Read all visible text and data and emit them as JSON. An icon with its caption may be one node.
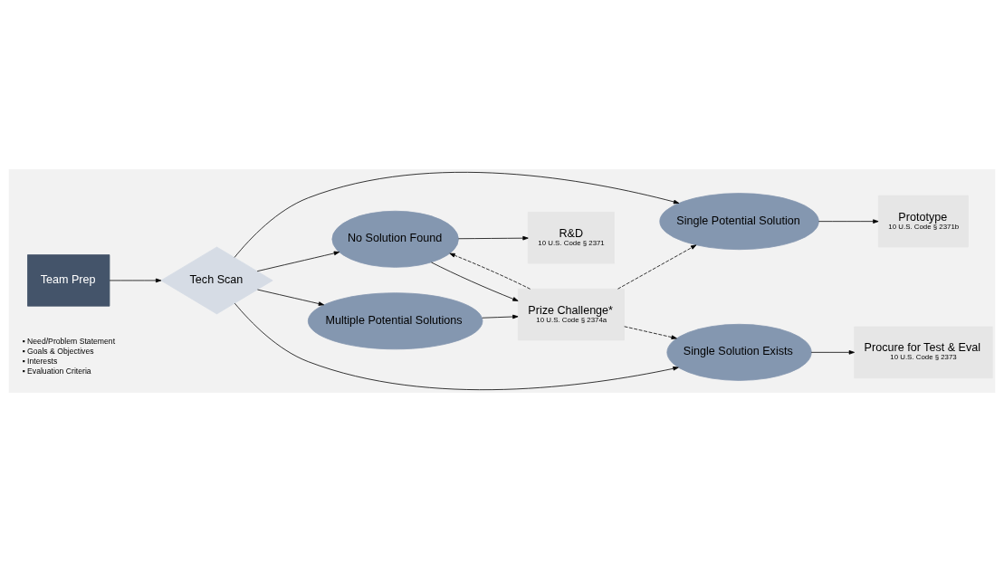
{
  "diagram": {
    "nodes": [
      {
        "text": [
          "Team Prep"
        ],
        "beside": [
          "▪ Need/Problem Statement",
          "▪ Goals & Objectives",
          "▪ Interests",
          "▪ Evaluation Criteria"
        ]
      },
      {
        "text": [
          "Tech Scan"
        ]
      },
      {
        "text": [
          "No Solution Found"
        ]
      },
      {
        "text": [
          "R&D",
          "10 U.S. Code § 2371"
        ]
      },
      {
        "text": [
          "Multiple Potential Solutions"
        ]
      },
      {
        "text": [
          "Single Potential Solution"
        ]
      },
      {
        "text": [
          "Prototype",
          "10 U.S. Code § 2371b"
        ]
      },
      {
        "text": [
          "Prize Challenge*",
          "10 U.S. Code § 2374a"
        ]
      },
      {
        "text": [
          "Single Solution Exists"
        ]
      },
      {
        "text": [
          "Procure for Test & Eval",
          "10 U.S. Code § 2373"
        ]
      }
    ],
    "edges": [
      {
        "from": 0,
        "to": 1,
        "arrow": "to"
      },
      {
        "from": 1,
        "to": 2,
        "arrow": "to"
      },
      {
        "from": 1,
        "to": 5,
        "arrow": "to"
      },
      {
        "from": 1,
        "to": 8,
        "arrow": "to"
      },
      {
        "from": 1,
        "to": 4,
        "arrow": "to"
      },
      {
        "from": 4,
        "to": 7,
        "arrow": "to"
      },
      {
        "from": 2,
        "to": 7,
        "arrow": "to"
      },
      {
        "from": 7,
        "to": 2,
        "arrow": "to",
        "style": "dashed"
      },
      {
        "from": 7,
        "to": 5,
        "arrow": "to",
        "style": "dashed"
      },
      {
        "from": 7,
        "to": 8,
        "arrow": "to",
        "style": "dashed"
      },
      {
        "from": 2,
        "to": 3,
        "arrow": "to"
      },
      {
        "from": 5,
        "to": 6,
        "arrow": "to"
      },
      {
        "from": 8,
        "to": 9,
        "arrow": "to"
      }
    ]
  }
}
